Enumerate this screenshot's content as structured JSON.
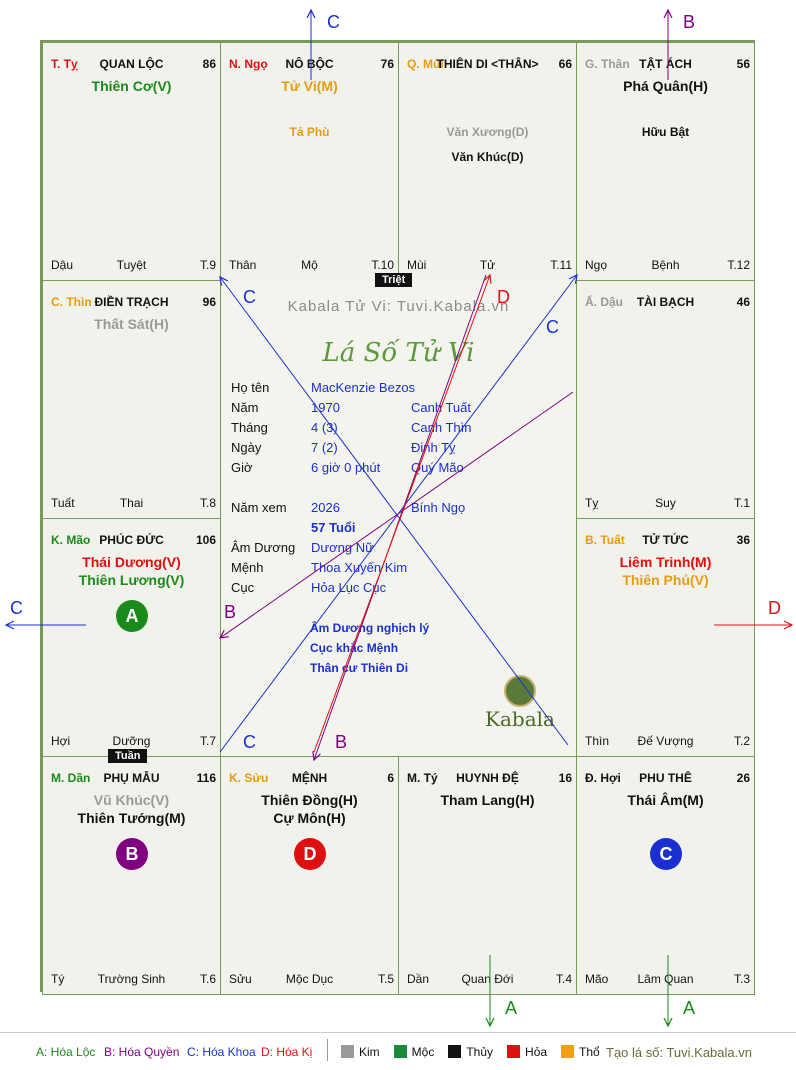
{
  "cells": [
    {
      "id": "ty",
      "can": "T. Tỵ",
      "can_color": "#e01010",
      "palace": "QUAN LỘC",
      "num": "86",
      "stars": [
        {
          "t": "Thiên Cơ(V)",
          "c": "#1a8a1a"
        }
      ],
      "minor": [],
      "foot": [
        "Dậu",
        "Tuyệt",
        "T.9"
      ]
    },
    {
      "id": "ngo",
      "can": "N. Ngọ",
      "can_color": "#e01010",
      "palace": "NÔ BỘC",
      "num": "76",
      "stars": [
        {
          "t": "Tử Vi(M)",
          "c": "#e89a10"
        }
      ],
      "minor": [
        {
          "t": "Tả Phù",
          "c": "#e89a10"
        }
      ],
      "foot": [
        "Thân",
        "Mộ",
        "T.10"
      ]
    },
    {
      "id": "mui",
      "can": "Q. Mùi",
      "can_color": "#e89a10",
      "palace": "THIÊN DI <THÂN>",
      "num": "66",
      "stars": [],
      "minor": [
        {
          "t": "Văn Xương(D)",
          "c": "#999"
        },
        {
          "t": "Văn Khúc(D)",
          "c": "#111"
        }
      ],
      "foot": [
        "Mùi",
        "Tử",
        "T.11"
      ]
    },
    {
      "id": "than",
      "can": "G. Thân",
      "can_color": "#999",
      "palace": "TẬT ÁCH",
      "num": "56",
      "stars": [
        {
          "t": "Phá Quân(H)",
          "c": "#111"
        }
      ],
      "minor": [
        {
          "t": "Hữu Bật",
          "c": "#111"
        }
      ],
      "foot": [
        "Ngọ",
        "Bệnh",
        "T.12"
      ]
    },
    {
      "id": "thin",
      "can": "C. Thìn",
      "can_color": "#e89a10",
      "palace": "ĐIỀN TRẠCH",
      "num": "96",
      "stars": [
        {
          "t": "Thất Sát(H)",
          "c": "#999"
        }
      ],
      "minor": [],
      "foot": [
        "Tuất",
        "Thai",
        "T.8"
      ]
    },
    {
      "id": "dau",
      "can": "Ấ. Dậu",
      "can_color": "#999",
      "palace": "TÀI BẠCH",
      "num": "46",
      "stars": [],
      "minor": [],
      "foot": [
        "Tỵ",
        "Suy",
        "T.1"
      ]
    },
    {
      "id": "mao",
      "can": "K. Mão",
      "can_color": "#1a8a1a",
      "palace": "PHÚC ĐỨC",
      "num": "106",
      "stars": [
        {
          "t": "Thái Dương(V)",
          "c": "#e01010"
        },
        {
          "t": "Thiên Lương(V)",
          "c": "#1a8a1a"
        }
      ],
      "minor": [],
      "foot": [
        "Hợi",
        "Dưỡng",
        "T.7"
      ]
    },
    {
      "id": "tuat",
      "can": "B. Tuất",
      "can_color": "#e89a10",
      "palace": "TỬ TỨC",
      "num": "36",
      "stars": [
        {
          "t": "Liêm Trinh(M)",
          "c": "#e01010"
        },
        {
          "t": "Thiên Phủ(V)",
          "c": "#e89a10"
        }
      ],
      "minor": [],
      "foot": [
        "Thìn",
        "Đế Vượng",
        "T.2"
      ]
    },
    {
      "id": "dan",
      "can": "M. Dần",
      "can_color": "#1a8a1a",
      "palace": "PHỤ MẪU",
      "num": "116",
      "stars": [
        {
          "t": "Vũ Khúc(V)",
          "c": "#999"
        },
        {
          "t": "Thiên Tướng(M)",
          "c": "#111"
        }
      ],
      "minor": [],
      "foot": [
        "Tý",
        "Trường Sinh",
        "T.6"
      ]
    },
    {
      "id": "suu",
      "can": "K. Sửu",
      "can_color": "#e89a10",
      "palace": "MỆNH",
      "num": "6",
      "stars": [
        {
          "t": "Thiên Đồng(H)",
          "c": "#111"
        },
        {
          "t": "Cự Môn(H)",
          "c": "#111"
        }
      ],
      "minor": [],
      "foot": [
        "Sửu",
        "Mộc Dục",
        "T.5"
      ]
    },
    {
      "id": "tyy",
      "can": "M. Tý",
      "can_color": "#111",
      "palace": "HUYNH ĐỆ",
      "num": "16",
      "stars": [
        {
          "t": "Tham Lang(H)",
          "c": "#111"
        }
      ],
      "minor": [],
      "foot": [
        "Dần",
        "Quan Đới",
        "T.4"
      ]
    },
    {
      "id": "hoi",
      "can": "Đ. Hợi",
      "can_color": "#111",
      "palace": "PHU THÊ",
      "num": "26",
      "stars": [
        {
          "t": "Thái Âm(M)",
          "c": "#111"
        }
      ],
      "minor": [],
      "foot": [
        "Mão",
        "Lâm Quan",
        "T.3"
      ]
    }
  ],
  "badges": {
    "mao": "A",
    "dan": "B",
    "suu": "D",
    "hoi": "C"
  },
  "tags": {
    "triet": "Triệt",
    "tuan": "Tuần"
  },
  "center": {
    "watermark": "Kabala Tử Vi: Tuvi.Kabala.vn",
    "title": "Lá Số Tử Vi",
    "rows": [
      {
        "k": "Họ tên",
        "v": "MacKenzie Bezos",
        "v2": ""
      },
      {
        "k": "Năm",
        "v": "1970",
        "v2": "Canh Tuất"
      },
      {
        "k": "Tháng",
        "v": "4  (3)",
        "v2": "Canh Thìn"
      },
      {
        "k": "Ngày",
        "v": "7  (2)",
        "v2": "Đinh Tỵ"
      },
      {
        "k": "Giờ",
        "v": "6 giờ 0 phút",
        "v2": "Quý Mão"
      }
    ],
    "rows2": [
      {
        "k": "Năm xem",
        "v": "2026",
        "v2": "Bính Ngọ"
      },
      {
        "k": "",
        "v": "57 Tuổi",
        "v2": ""
      },
      {
        "k": "Âm Dương",
        "v": "Dương Nữ",
        "v2": ""
      },
      {
        "k": "Mệnh",
        "v": "Thoa Xuyến Kim",
        "v2": ""
      },
      {
        "k": "Cục",
        "v": "Hỏa Lục Cục",
        "v2": ""
      }
    ],
    "notes": [
      "Âm Dương nghịch lý",
      "Cục khắc Mệnh",
      "Thân cư Thiên Di"
    ],
    "logo": "Kabala"
  },
  "arrow_labels": {
    "top_c": "C",
    "top_b": "B",
    "left_c": "C",
    "right_d": "D",
    "bottom_a1": "A",
    "bottom_a2": "A",
    "l_b": "B",
    "l_c1": "C",
    "l_c2": "C",
    "l_d": "D",
    "l_c3": "C",
    "l_b2": "B"
  },
  "legend": {
    "hoa_loc": "A: Hóa Lộc",
    "hoa_quyen": "B: Hóa Quyền",
    "hoa_khoa": "C: Hóa Khoa",
    "hoa_ki": "D: Hóa Kị",
    "elements": [
      {
        "t": "Kim",
        "c": "#999999"
      },
      {
        "t": "Mộc",
        "c": "#1a8a3a"
      },
      {
        "t": "Thủy",
        "c": "#111111"
      },
      {
        "t": "Hỏa",
        "c": "#e01010"
      },
      {
        "t": "Thổ",
        "c": "#f0a010"
      }
    ],
    "site": "Tạo lá số: Tuvi.Kabala.vn"
  }
}
